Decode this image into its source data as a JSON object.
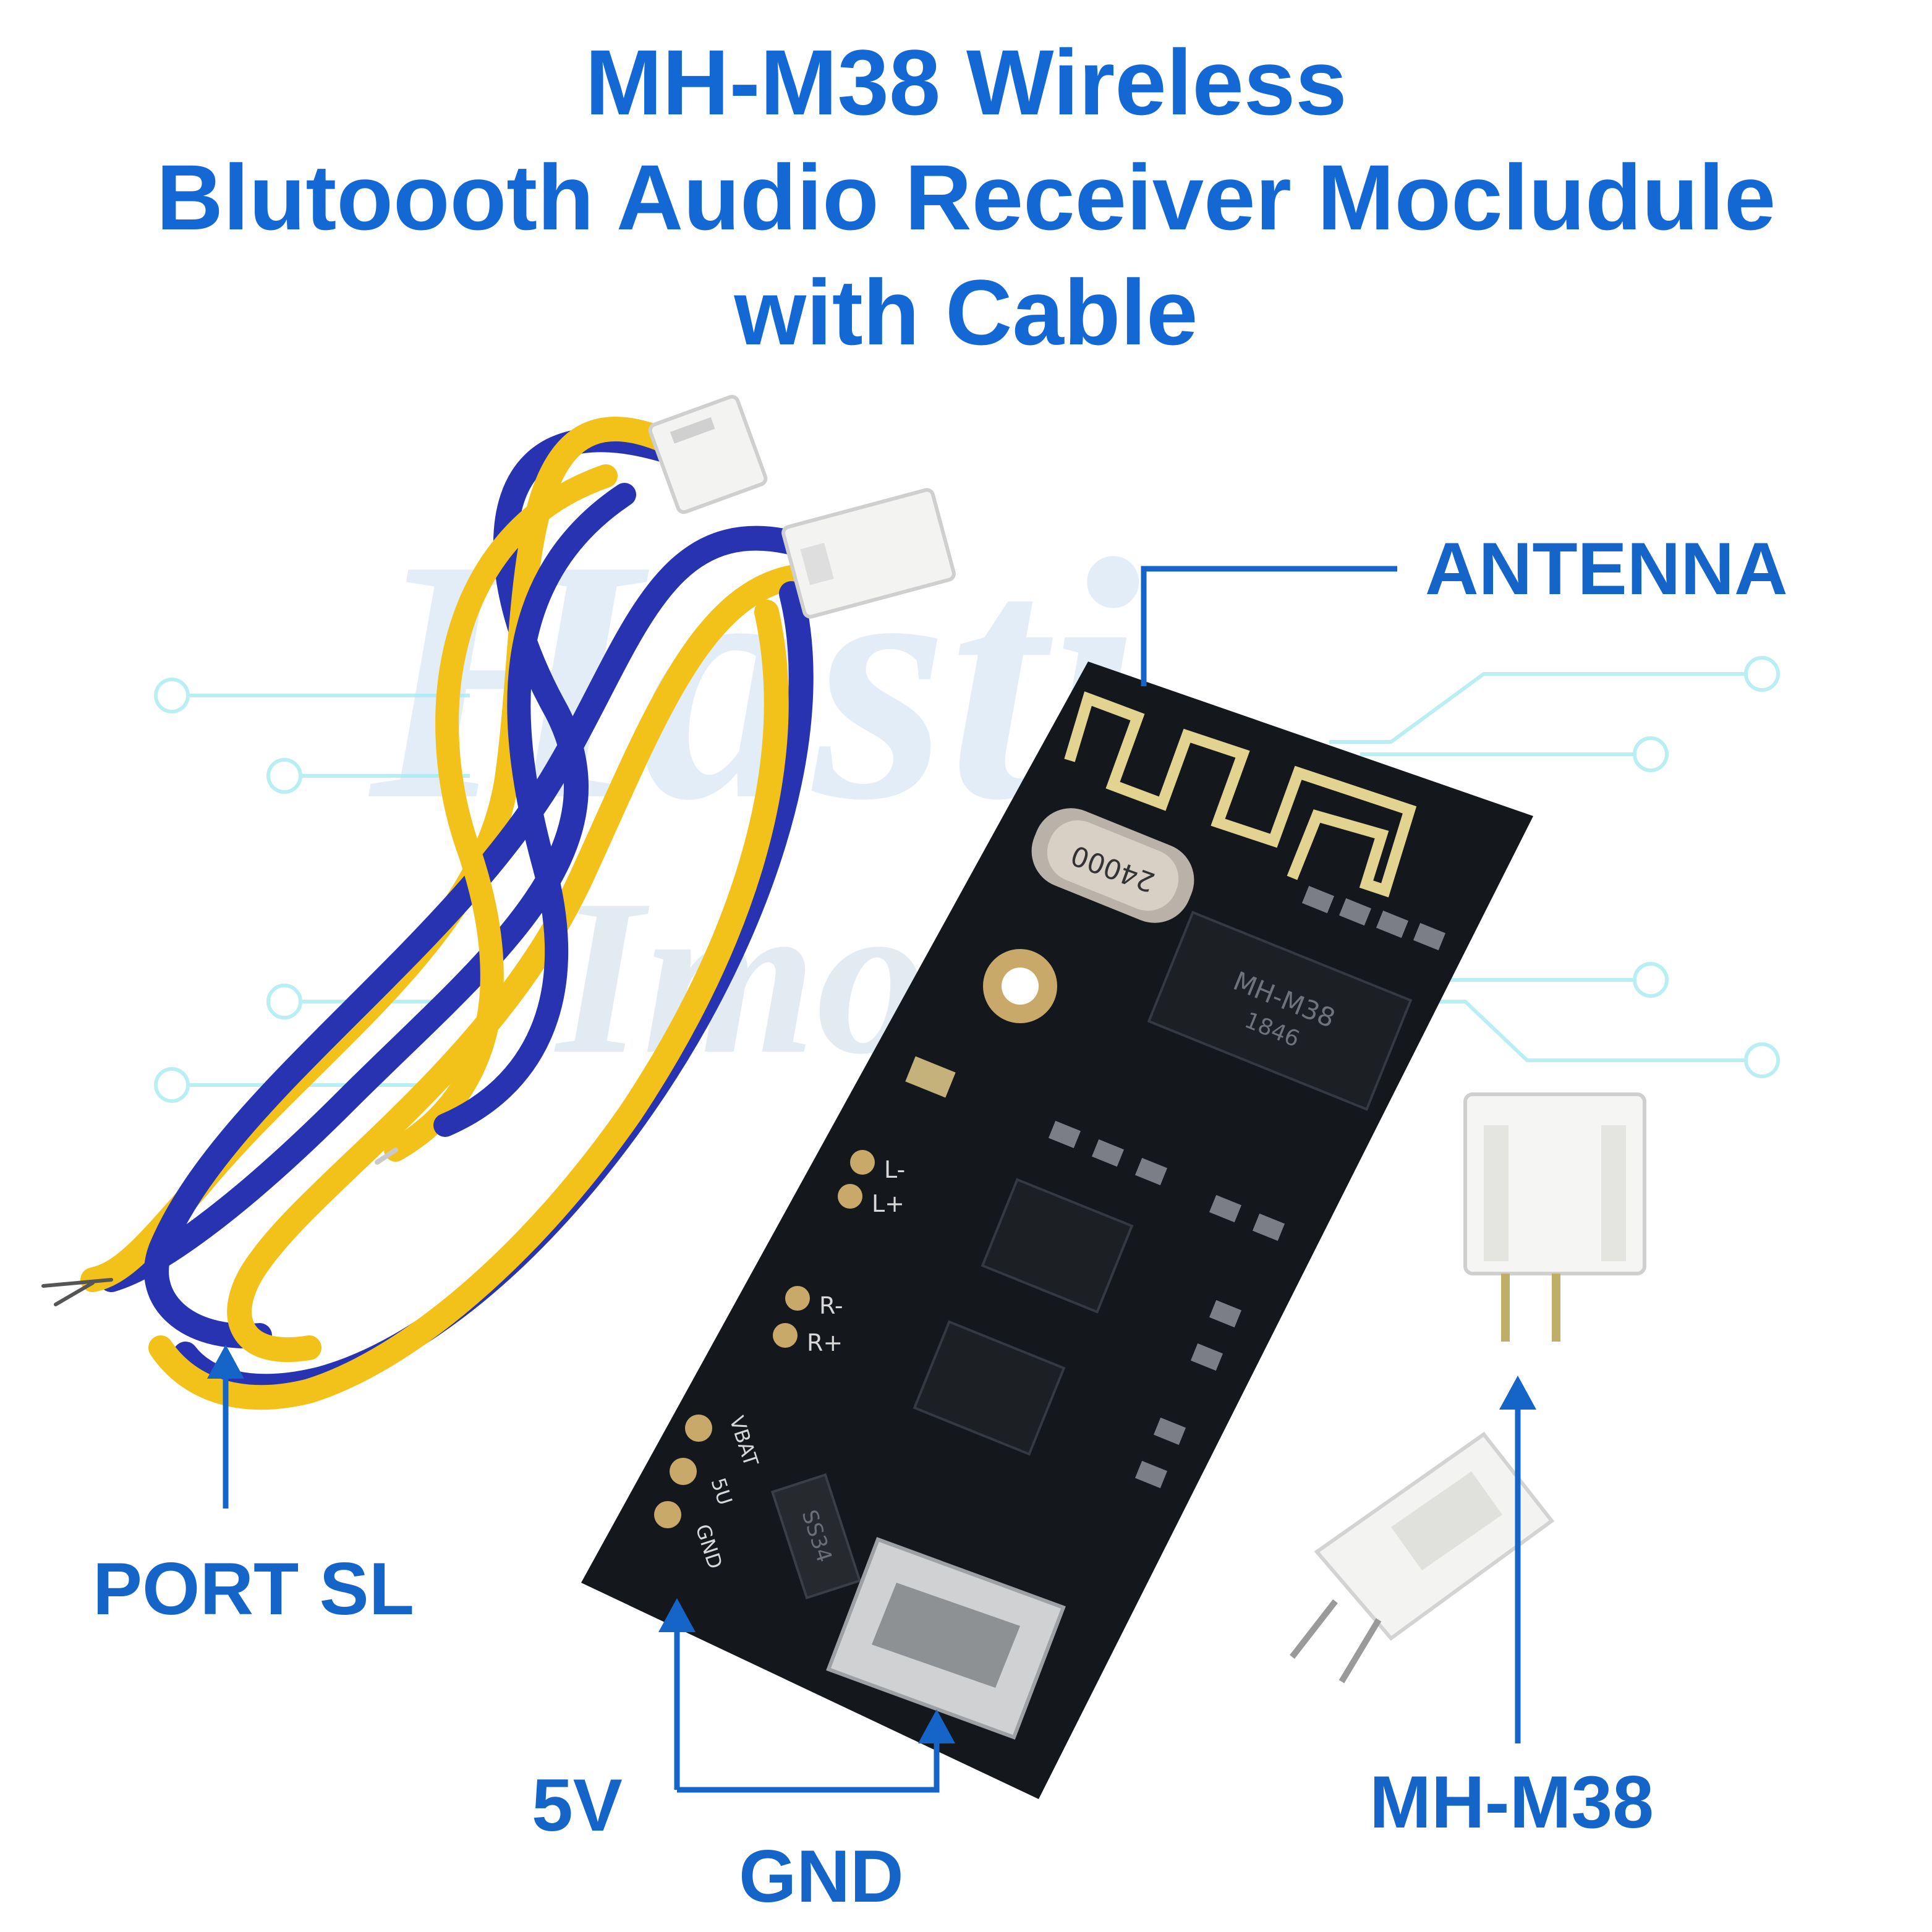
{
  "title": {
    "line1": "MH-M38 Wireless",
    "line2": "Blutoooth Audio Receiver Mocludule",
    "line3": "with Cable"
  },
  "labels": {
    "antenna": "ANTENNA",
    "port": "PORT SL",
    "v5": "5V",
    "gnd": "GND",
    "model": "MH-M38"
  },
  "watermark": {
    "line1": "Hasti",
    "line2": "Imo"
  },
  "board": {
    "chip_text": "MH-M38",
    "chip_code": "1846",
    "crystal_text": "24000",
    "diode_text": "SS34",
    "pins": {
      "l_minus": "L-",
      "l_plus": "L+",
      "r_minus": "R-",
      "r_plus": "R+"
    },
    "power_pins": [
      "VBAT",
      "5U",
      "GND"
    ]
  },
  "colors": {
    "title_blue": "#1468d4",
    "label_blue": "#1565c8",
    "pcb": "#14171c",
    "wire_yellow": "#f2c21a",
    "wire_blue": "#2733b0",
    "gold": "#d8c27a"
  }
}
